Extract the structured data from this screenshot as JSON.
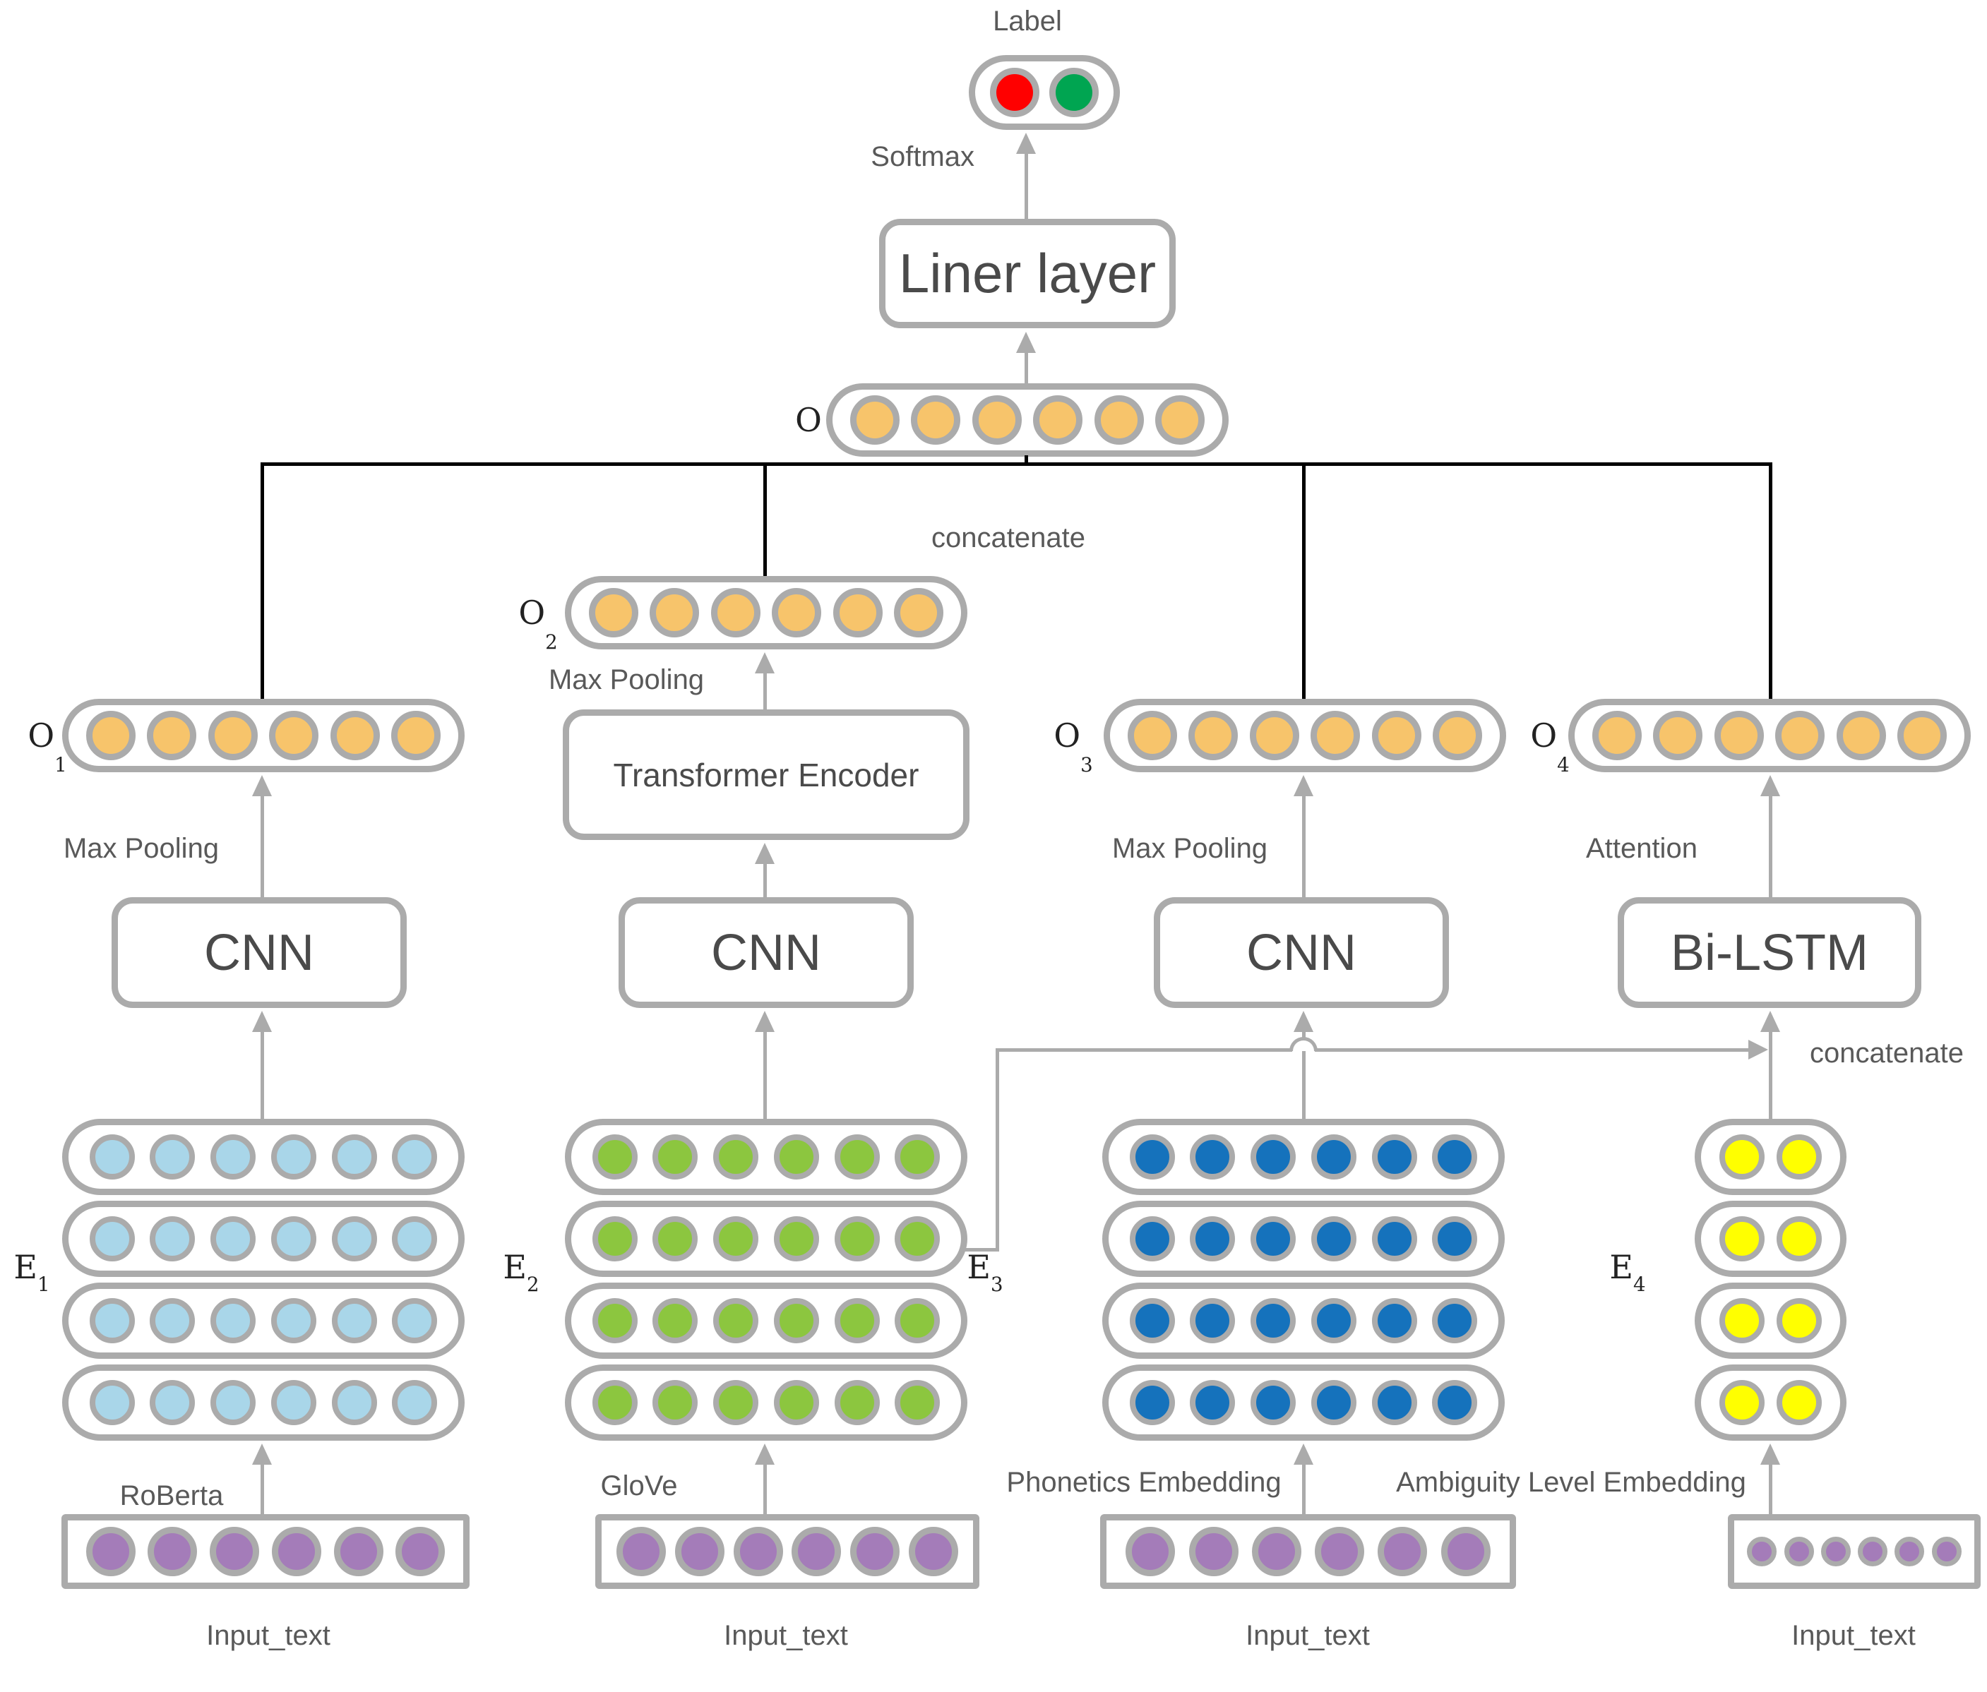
{
  "colors": {
    "stroke": "#ABABAB",
    "text": "#595959",
    "line": "#000000",
    "orange": "#F7C46B",
    "red": "#FF0000",
    "green_label": "#00A551",
    "light_blue": "#A9D6E9",
    "green": "#8CC63F",
    "dark_blue": "#1572BC",
    "yellow": "#FFFF00",
    "purple": "#A47CB9"
  },
  "top": {
    "label": "Label",
    "softmax": "Softmax",
    "liner_layer": "Liner layer",
    "o_label": "O",
    "concatenate": "concatenate"
  },
  "branch1": {
    "o_base": "O",
    "o_sub": "1",
    "max_pooling": "Max Pooling",
    "box": "CNN",
    "e_base": "E",
    "e_sub": "1",
    "embedding": "RoBerta",
    "input": "Input_text"
  },
  "branch2": {
    "o_base": "O",
    "o_sub": "2",
    "max_pooling": "Max Pooling",
    "encoder": "Transformer Encoder",
    "box": "CNN",
    "e_base": "E",
    "e_sub": "2",
    "embedding": "GloVe",
    "input": "Input_text"
  },
  "branch3": {
    "o_base": "O",
    "o_sub": "3",
    "max_pooling": "Max Pooling",
    "box": "CNN",
    "e_base": "E",
    "e_sub": "3",
    "embedding": "Phonetics Embedding",
    "input": "Input_text"
  },
  "branch4": {
    "o_base": "O",
    "o_sub": "4",
    "attention": "Attention",
    "box": "Bi-LSTM",
    "concatenate": "concatenate",
    "e_base": "E",
    "e_sub": "4",
    "embedding": "Ambiguity Level Embedding",
    "input": "Input_text"
  },
  "structure": {
    "label_dots": 2,
    "vector_dots": 6,
    "e_rows": 4,
    "e_cols": 6,
    "e4_cols": 2,
    "input_dots": 6
  }
}
